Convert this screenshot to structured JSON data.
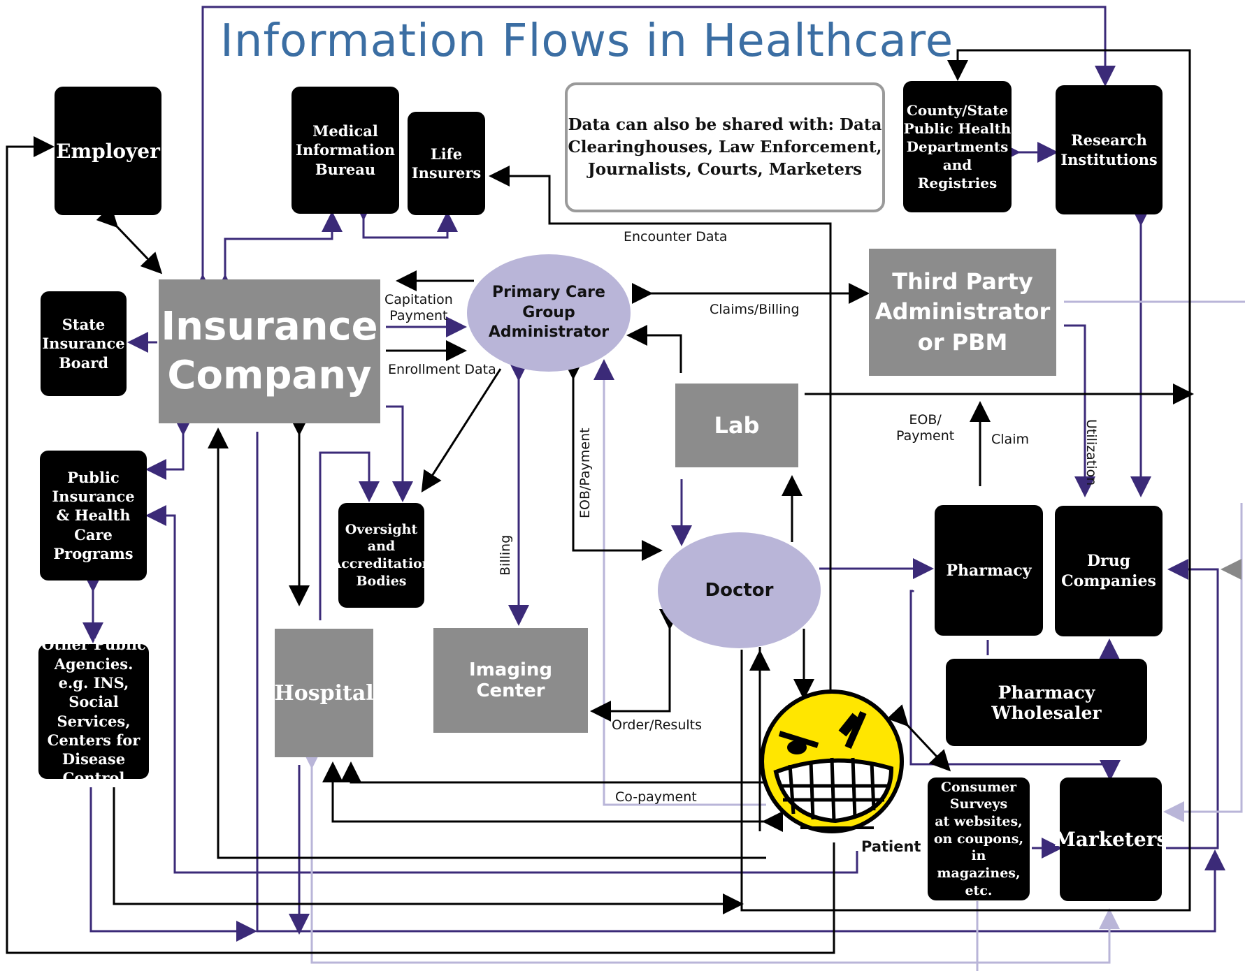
{
  "title": "Information Flows in Healthcare",
  "colors": {
    "purple": "#3b2a78",
    "black": "#000000",
    "lavender": "#b9b5d8",
    "gray_box": "#8c8c8c",
    "title_blue": "#3b6ea3"
  },
  "nodes": {
    "employer": "Employer",
    "medical_information_bureau": [
      "Medical",
      "Information",
      "Bureau"
    ],
    "life_insurers": [
      "Life",
      "Insurers"
    ],
    "data_sharing_note": [
      "Data can also be shared with: Data",
      "Clearinghouses, Law Enforcement,",
      "Journalists, Courts, Marketers"
    ],
    "county_state_public_health": [
      "County/State",
      "Public Health",
      "Departments",
      "and Registries"
    ],
    "research_institutions": [
      "Research",
      "Institutions"
    ],
    "state_insurance_board": [
      "State",
      "Insurance",
      "Board"
    ],
    "insurance_company": [
      "Insurance",
      "Company"
    ],
    "primary_care_group_administrator": [
      "Primary Care Group",
      "Administrator"
    ],
    "third_party_administrator": [
      "Third Party",
      "Administrator",
      "or PBM"
    ],
    "public_insurance_programs": [
      "Public",
      "Insurance",
      "& Health Care",
      "Programs"
    ],
    "oversight_bodies": [
      "Oversight",
      "and",
      "Accreditation",
      "Bodies"
    ],
    "lab": "Lab",
    "doctor": "Doctor",
    "pharmacy": "Pharmacy",
    "drug_companies": [
      "Drug",
      "Companies"
    ],
    "other_public_agencies": [
      "Other Public",
      "Agencies.",
      "e.g. INS,",
      "Social Services,",
      "Centers for",
      "Disease Control"
    ],
    "hospital": "Hospital",
    "imaging_center": "Imaging Center",
    "pharmacy_wholesaler": "Pharmacy Wholesaler",
    "consumer_surveys": [
      "Consumer",
      "Surveys",
      "at websites,",
      "on coupons,",
      "in magazines,",
      "etc."
    ],
    "marketers": "Marketers",
    "patient": "Patient"
  },
  "edge_labels": {
    "encounter_data": "Encounter Data",
    "capitation_payment": [
      "Capitation",
      "Payment"
    ],
    "enrollment_data": "Enrollment Data",
    "claims_billing": "Claims/Billing",
    "eob_payment_tpa": [
      "EOB/",
      "Payment"
    ],
    "claim": "Claim",
    "utilization": "Utilization",
    "eob_payment_vertical": "EOB/Payment",
    "billing": "Billing",
    "order_results": "Order/Results",
    "co_payment": "Co-payment"
  }
}
